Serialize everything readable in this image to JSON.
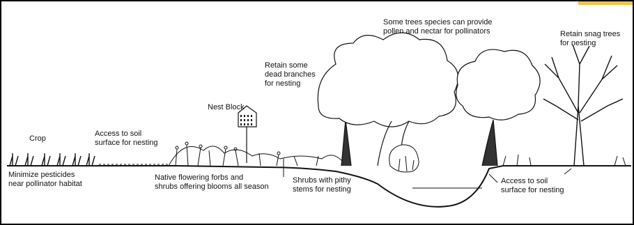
{
  "colors": {
    "ink": "#111111",
    "border": "#000000",
    "accent": "#f0c24a",
    "background": "#ffffff"
  },
  "labels": {
    "crop": "Crop",
    "access_soil_left": "Access to soil\nsurface for nesting",
    "minimize_pesticides": "Minimize pesticides\nnear pollinator habitat",
    "nest_block": "Nest Block",
    "native_forbs": "Native flowering forbs and\nshrubs offering blooms all season",
    "dead_branches": "Retain some\ndead branches\nfor nesting",
    "shrubs_pithy": "Shrubs with pithy\nstems for nesting",
    "trees_pollen": "Some trees species can provide\npollen and nectar for pollinators",
    "snag_trees": "Retain snag trees\nfor nesting",
    "access_soil_right": "Access to soil\nsurface for nesting"
  },
  "icons": [
    "crop-plant-icon",
    "nest-block-icon",
    "tree-icon",
    "shrub-icon",
    "snag-tree-icon"
  ]
}
